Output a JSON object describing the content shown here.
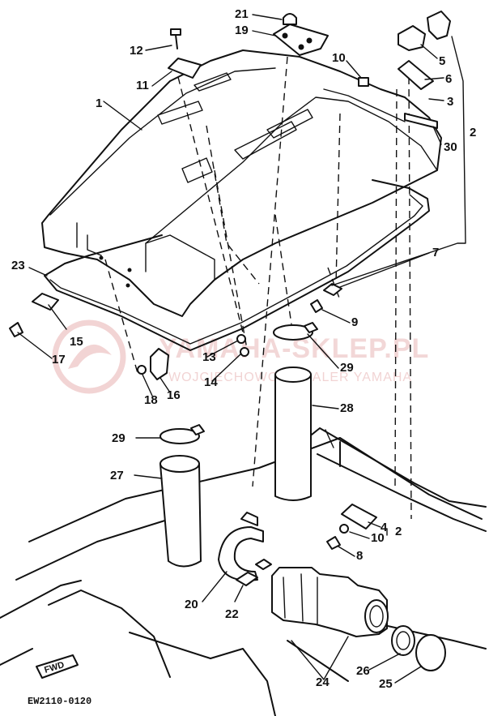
{
  "diagram": {
    "drawing_code": "EW2110-0120",
    "direction_marker": "FWD",
    "watermark": {
      "line1": "YAMAHA-SKLEP.PL",
      "line2": "WOJCIECHOWO - DEALER YAMAHA"
    },
    "callouts": [
      {
        "id": "c1",
        "label": "1"
      },
      {
        "id": "c2a",
        "label": "2"
      },
      {
        "id": "c2b",
        "label": "2"
      },
      {
        "id": "c3",
        "label": "3"
      },
      {
        "id": "c4",
        "label": "4"
      },
      {
        "id": "c5",
        "label": "5"
      },
      {
        "id": "c6",
        "label": "6"
      },
      {
        "id": "c7",
        "label": "7"
      },
      {
        "id": "c8",
        "label": "8"
      },
      {
        "id": "c9",
        "label": "9"
      },
      {
        "id": "c10a",
        "label": "10"
      },
      {
        "id": "c10b",
        "label": "10"
      },
      {
        "id": "c11",
        "label": "11"
      },
      {
        "id": "c12",
        "label": "12"
      },
      {
        "id": "c13",
        "label": "13"
      },
      {
        "id": "c14",
        "label": "14"
      },
      {
        "id": "c15",
        "label": "15"
      },
      {
        "id": "c16",
        "label": "16"
      },
      {
        "id": "c17",
        "label": "17"
      },
      {
        "id": "c18",
        "label": "18"
      },
      {
        "id": "c19",
        "label": "19"
      },
      {
        "id": "c20",
        "label": "20"
      },
      {
        "id": "c21",
        "label": "21"
      },
      {
        "id": "c22",
        "label": "22"
      },
      {
        "id": "c23",
        "label": "23"
      },
      {
        "id": "c24",
        "label": "24"
      },
      {
        "id": "c25",
        "label": "25"
      },
      {
        "id": "c26",
        "label": "26"
      },
      {
        "id": "c27",
        "label": "27"
      },
      {
        "id": "c28",
        "label": "28"
      },
      {
        "id": "c29a",
        "label": "29"
      },
      {
        "id": "c29b",
        "label": "29"
      },
      {
        "id": "c30",
        "label": "30"
      }
    ]
  }
}
